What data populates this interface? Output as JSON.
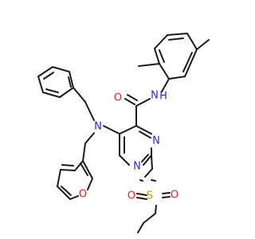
{
  "molecule": {
    "atom_labels": {
      "amide_O": "O",
      "amide_N": "N",
      "amide_H": "H",
      "amine_N": "N",
      "ring_N1": "N",
      "ring_N3": "N",
      "sulfonyl_S": "S",
      "sulfonyl_O_left": "O",
      "sulfonyl_O_right": "O",
      "furan_O": "O"
    },
    "colors": {
      "bond": "#1a1a1a",
      "nitrogen": "#2b2bd6",
      "oxygen": "#e0241b",
      "sulfur": "#b8a000",
      "hydrogen": "#2b2bd6"
    }
  }
}
